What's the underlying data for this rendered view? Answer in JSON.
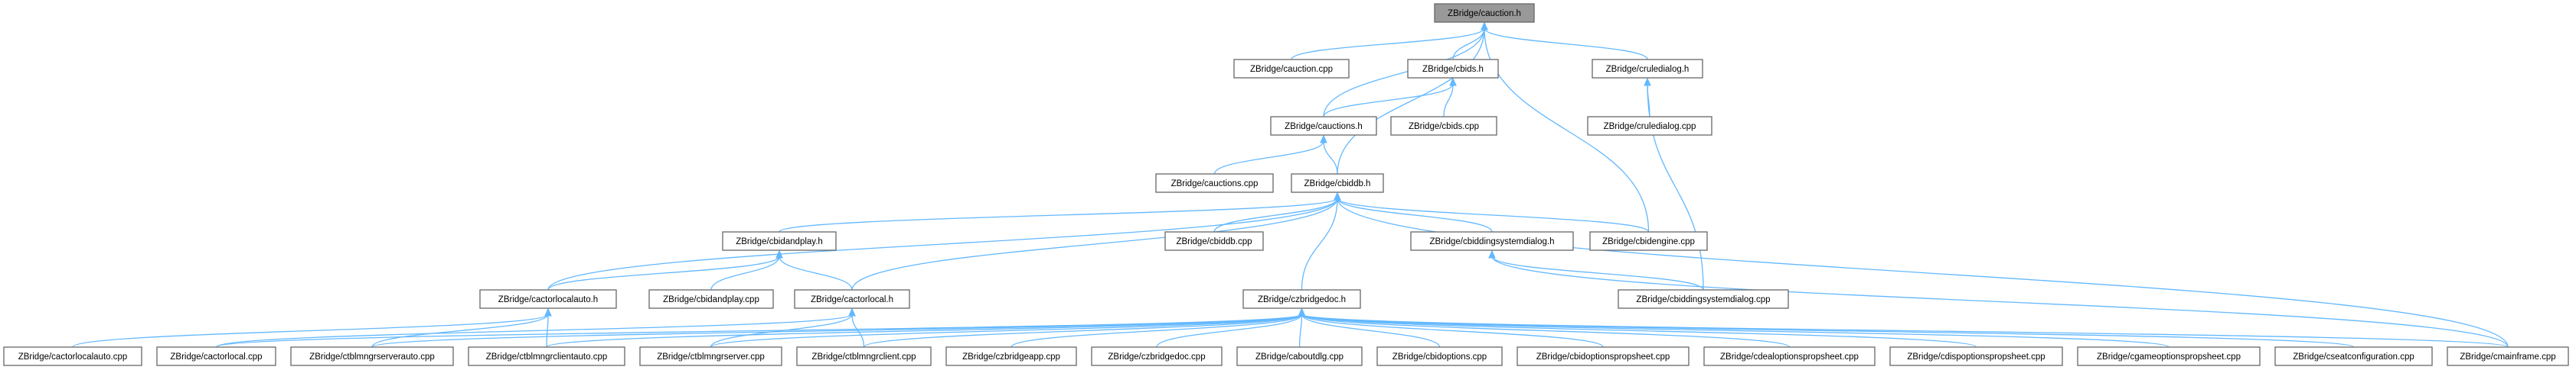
{
  "graph": {
    "title": "",
    "colors": {
      "edge": "#63b8ff",
      "root_fill": "#999999",
      "node_border": "#666666"
    },
    "nodes": [
      {
        "id": "cauction_h",
        "label": "ZBridge/cauction.h",
        "root": true
      },
      {
        "id": "cauction_cpp",
        "label": "ZBridge/cauction.cpp"
      },
      {
        "id": "cbids_h",
        "label": "ZBridge/cbids.h"
      },
      {
        "id": "cruledialog_h",
        "label": "ZBridge/cruledialog.h"
      },
      {
        "id": "cauctions_h",
        "label": "ZBridge/cauctions.h"
      },
      {
        "id": "cbids_cpp",
        "label": "ZBridge/cbids.cpp"
      },
      {
        "id": "cruledialog_cpp",
        "label": "ZBridge/cruledialog.cpp"
      },
      {
        "id": "cauctions_cpp",
        "label": "ZBridge/cauctions.cpp"
      },
      {
        "id": "cbiddb_h",
        "label": "ZBridge/cbiddb.h"
      },
      {
        "id": "cbidandplay_h",
        "label": "ZBridge/cbidandplay.h"
      },
      {
        "id": "cbiddb_cpp",
        "label": "ZBridge/cbiddb.cpp"
      },
      {
        "id": "cbiddingsystemdialog_h",
        "label": "ZBridge/cbiddingsystemdialog.h"
      },
      {
        "id": "cbidengine_cpp",
        "label": "ZBridge/cbidengine.cpp"
      },
      {
        "id": "cactorlocalauto_h",
        "label": "ZBridge/cactorlocalauto.h"
      },
      {
        "id": "cbidandplay_cpp",
        "label": "ZBridge/cbidandplay.cpp"
      },
      {
        "id": "cactorlocal_h",
        "label": "ZBridge/cactorlocal.h"
      },
      {
        "id": "czbridgedoc_h",
        "label": "ZBridge/czbridgedoc.h"
      },
      {
        "id": "cbiddingsystemdialog_cpp",
        "label": "ZBridge/cbiddingsystemdialog.cpp"
      },
      {
        "id": "cactorlocalauto_cpp",
        "label": "ZBridge/cactorlocalauto.cpp"
      },
      {
        "id": "cactorlocal_cpp",
        "label": "ZBridge/cactorlocal.cpp"
      },
      {
        "id": "ctblmngrserverauto_cpp",
        "label": "ZBridge/ctblmngrserverauto.cpp"
      },
      {
        "id": "ctblmngrclientauto_cpp",
        "label": "ZBridge/ctblmngrclientauto.cpp"
      },
      {
        "id": "ctblmngrserver_cpp",
        "label": "ZBridge/ctblmngrserver.cpp"
      },
      {
        "id": "ctblmngrclient_cpp",
        "label": "ZBridge/ctblmngrclient.cpp"
      },
      {
        "id": "czbridgeapp_cpp",
        "label": "ZBridge/czbridgeapp.cpp"
      },
      {
        "id": "czbridgedoc_cpp",
        "label": "ZBridge/czbridgedoc.cpp"
      },
      {
        "id": "caboutdlg_cpp",
        "label": "ZBridge/caboutdlg.cpp"
      },
      {
        "id": "cbidoptions_cpp",
        "label": "ZBridge/cbidoptions.cpp"
      },
      {
        "id": "cbidoptionspropsheet_cpp",
        "label": "ZBridge/cbidoptionspropsheet.cpp"
      },
      {
        "id": "cdealoptionspropsheet_cpp",
        "label": "ZBridge/cdealoptionspropsheet.cpp"
      },
      {
        "id": "cdispoptionspropsheet_cpp",
        "label": "ZBridge/cdispoptionspropsheet.cpp"
      },
      {
        "id": "cgameoptionspropsheet_cpp",
        "label": "ZBridge/cgameoptionspropsheet.cpp"
      },
      {
        "id": "cseatconfiguration_cpp",
        "label": "ZBridge/cseatconfiguration.cpp"
      },
      {
        "id": "cmainframe_cpp",
        "label": "ZBridge/cmainframe.cpp"
      }
    ],
    "edges": [
      {
        "from": "cauction_cpp",
        "to": "cauction_h"
      },
      {
        "from": "cbids_h",
        "to": "cauction_h"
      },
      {
        "from": "cruledialog_h",
        "to": "cauction_h"
      },
      {
        "from": "cauctions_h",
        "to": "cauction_h"
      },
      {
        "from": "cbiddb_h",
        "to": "cauction_h"
      },
      {
        "from": "cbidengine_cpp",
        "to": "cauction_h"
      },
      {
        "from": "cauctions_h",
        "to": "cbids_h"
      },
      {
        "from": "cbids_cpp",
        "to": "cbids_h"
      },
      {
        "from": "cruledialog_cpp",
        "to": "cruledialog_h"
      },
      {
        "from": "cbiddingsystemdialog_cpp",
        "to": "cruledialog_h"
      },
      {
        "from": "cauctions_cpp",
        "to": "cauctions_h"
      },
      {
        "from": "cbiddb_h",
        "to": "cauctions_h"
      },
      {
        "from": "cbidandplay_h",
        "to": "cbiddb_h"
      },
      {
        "from": "cbiddb_cpp",
        "to": "cbiddb_h"
      },
      {
        "from": "cbiddingsystemdialog_h",
        "to": "cbiddb_h"
      },
      {
        "from": "cbidengine_cpp",
        "to": "cbiddb_h"
      },
      {
        "from": "cactorlocalauto_h",
        "to": "cbiddb_h"
      },
      {
        "from": "cactorlocal_h",
        "to": "cbiddb_h"
      },
      {
        "from": "czbridgedoc_h",
        "to": "cbiddb_h"
      },
      {
        "from": "cmainframe_cpp",
        "to": "cbiddb_h"
      },
      {
        "from": "cactorlocalauto_h",
        "to": "cbidandplay_h"
      },
      {
        "from": "cbidandplay_cpp",
        "to": "cbidandplay_h"
      },
      {
        "from": "cactorlocal_h",
        "to": "cbidandplay_h"
      },
      {
        "from": "cbiddingsystemdialog_cpp",
        "to": "cbiddingsystemdialog_h"
      },
      {
        "from": "cmainframe_cpp",
        "to": "cbiddingsystemdialog_h"
      },
      {
        "from": "cactorlocalauto_cpp",
        "to": "cactorlocalauto_h"
      },
      {
        "from": "ctblmngrserverauto_cpp",
        "to": "cactorlocalauto_h"
      },
      {
        "from": "ctblmngrclientauto_cpp",
        "to": "cactorlocalauto_h"
      },
      {
        "from": "cactorlocal_cpp",
        "to": "cactorlocal_h"
      },
      {
        "from": "ctblmngrserver_cpp",
        "to": "cactorlocal_h"
      },
      {
        "from": "ctblmngrclient_cpp",
        "to": "cactorlocal_h"
      },
      {
        "from": "cactorlocal_cpp",
        "to": "czbridgedoc_h"
      },
      {
        "from": "ctblmngrserverauto_cpp",
        "to": "czbridgedoc_h"
      },
      {
        "from": "ctblmngrclientauto_cpp",
        "to": "czbridgedoc_h"
      },
      {
        "from": "ctblmngrserver_cpp",
        "to": "czbridgedoc_h"
      },
      {
        "from": "ctblmngrclient_cpp",
        "to": "czbridgedoc_h"
      },
      {
        "from": "czbridgeapp_cpp",
        "to": "czbridgedoc_h"
      },
      {
        "from": "czbridgedoc_cpp",
        "to": "czbridgedoc_h"
      },
      {
        "from": "caboutdlg_cpp",
        "to": "czbridgedoc_h"
      },
      {
        "from": "cbidoptions_cpp",
        "to": "czbridgedoc_h"
      },
      {
        "from": "cbidoptionspropsheet_cpp",
        "to": "czbridgedoc_h"
      },
      {
        "from": "cdealoptionspropsheet_cpp",
        "to": "czbridgedoc_h"
      },
      {
        "from": "cdispoptionspropsheet_cpp",
        "to": "czbridgedoc_h"
      },
      {
        "from": "cgameoptionspropsheet_cpp",
        "to": "czbridgedoc_h"
      },
      {
        "from": "cseatconfiguration_cpp",
        "to": "czbridgedoc_h"
      },
      {
        "from": "cmainframe_cpp",
        "to": "czbridgedoc_h"
      }
    ]
  }
}
